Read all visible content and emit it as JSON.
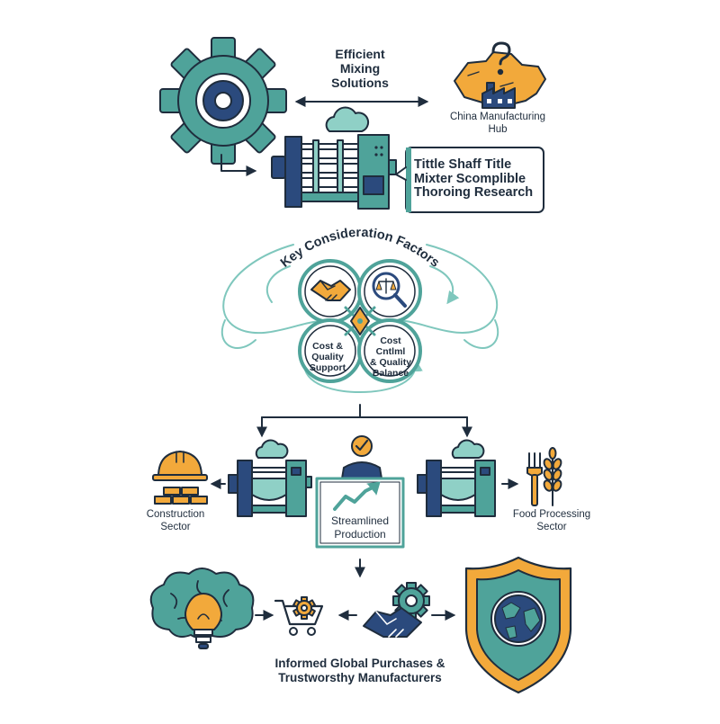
{
  "header": {
    "title": "Efficient\nMixing\nSolutions",
    "hub_label": "China Manufacturing\nHub",
    "callout_text": "Tittle Shaff Title\nMixter Scomplible\nThoroing Research"
  },
  "factors": {
    "arc_title": "Key Consideration Factors",
    "items": [
      {
        "label": "Cost &\nQuality\nSupport"
      },
      {
        "label": "Cost\nCntlml\n& Quality\nBalance"
      }
    ]
  },
  "sectors": {
    "left_label": "Construction\nSector",
    "center_label": "Streamlined\nProduction",
    "right_label": "Food Processing\nSector"
  },
  "footer": {
    "label": "Informed Global Purchases &\nTrustworsthy Manufacturers"
  },
  "colors": {
    "navy": "#2b4a7d",
    "teal": "#4fa39a",
    "teal_light": "#8fd0c6",
    "orange": "#f2a93b",
    "outline": "#1f2d3d"
  },
  "icons": [
    "gear-icon",
    "china-map-icon",
    "question-mark-icon",
    "factory-icon",
    "cloud-icon",
    "shaft-mixer-icon",
    "handshake-icon",
    "magnifier-scale-icon",
    "hard-hat-icon",
    "bricks-icon",
    "worker-check-icon",
    "growth-chart-icon",
    "fork-icon",
    "wheat-icon",
    "brain-lightbulb-icon",
    "shopping-cart-icon",
    "handshake-gear-icon",
    "shield-globe-icon"
  ]
}
